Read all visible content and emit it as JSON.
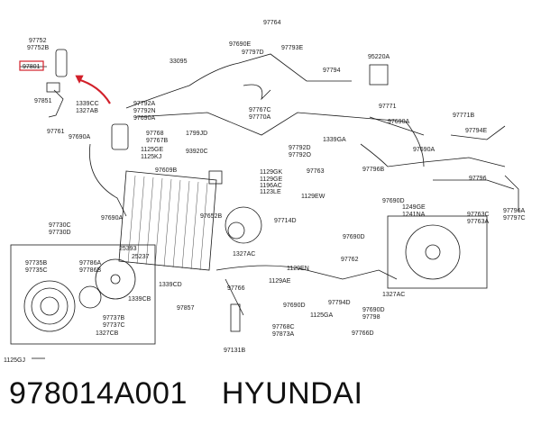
{
  "caption": {
    "part_number": "978014A001",
    "brand": "HYUNDAI"
  },
  "highlight_label": "97801",
  "labels": [
    "97752",
    "97752B",
    "97851",
    "97761",
    "97690A",
    "1339CC",
    "1327AB",
    "97792A",
    "97792N",
    "97690A",
    "97768",
    "97767B",
    "1125GE",
    "1125KJ",
    "93920C",
    "1799JD",
    "33095",
    "97764",
    "97690E",
    "97797D",
    "97793E",
    "97794",
    "95220A",
    "97767C",
    "97770A",
    "1339GA",
    "97792D",
    "97792O",
    "97763",
    "97796B",
    "97771",
    "97690A",
    "97771B",
    "97794E",
    "97690A",
    "97796",
    "97796A",
    "97797C",
    "97690D",
    "1249GE",
    "1241NA",
    "97763C",
    "97763A",
    "97609B",
    "97690A",
    "1129GK",
    "1129GE",
    "1196AC",
    "1123LE",
    "1129EW",
    "97652B",
    "97714D",
    "97690D",
    "1327AC",
    "97762",
    "97730C",
    "97730D",
    "97735B",
    "97735C",
    "97786A",
    "97786B",
    "25393",
    "25237",
    "1339CB",
    "97737B",
    "97737C",
    "1327CB",
    "1125GJ",
    "1339CD",
    "97766",
    "97857",
    "1129AE",
    "1129EN",
    "97690D",
    "97768C",
    "97873A",
    "97131B",
    "97794D",
    "1125GA",
    "97690D",
    "97798",
    "97766D",
    "1327AC"
  ]
}
